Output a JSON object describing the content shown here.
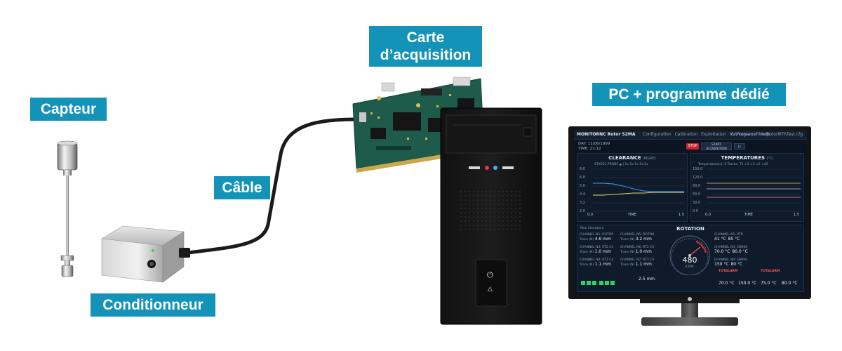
{
  "labels": {
    "capteur": "Capteur",
    "conditionneur": "Conditionneur",
    "cable": "Câble",
    "carte_line1": "Carte",
    "carte_line2": "d’acquisition",
    "pc": "PC + programme dédié"
  },
  "screen": {
    "brand": "MONITORNC Rotor S2MA",
    "menu": "Configuration Calibration Exploitation Maintenance Help",
    "path": "C:\\Program Files\\RotorMTI\\Test.cfg",
    "day": "DAY: 11/06/1999",
    "time": "TIME: 21:12",
    "stop": "STOP",
    "start_line1": "START",
    "start_line2": "ACQUISITION",
    "clearance_title": "CLEARANCE",
    "clearance_unit": "(MGAE)",
    "temperatures_title": "TEMPERATURES",
    "temperatures_unit": "(°C)",
    "clearance_probe_row": "STAGE1 PROBE ▲ | 1x 5x 5x 5x 5x",
    "temperature_row": "Temperature(s): 3   Traces: T1 ×1  ×2  ×3  ×45",
    "clearance_yticks": [
      "8.0",
      "6.8",
      "5.6",
      "4.4",
      "3.2",
      "2.0"
    ],
    "temp_yticks": [
      "150.0",
      "120.0",
      "90.0",
      "60.0",
      "30.0",
      "0.0"
    ],
    "time_label": "TIME",
    "x_start": "0.0",
    "x_end": "1.5",
    "max_clearance": "Max Clearance",
    "rotation_title": "ROTATION",
    "rpm": "480",
    "rpm_unit": "R.P.M.",
    "channels": [
      {
        "name": "CHANNEL N1: ROTOR",
        "sub": "Trace (N)",
        "value": "4.6 mm"
      },
      {
        "name": "CHANNEL N5: ROTOR",
        "sub": "Trace (N)",
        "value": "3.2 mm"
      },
      {
        "name": "CHANNEL N3: RT2 C4",
        "sub": "Trace (N)",
        "value": "1.0 mm"
      },
      {
        "name": "CHANNEL N6: RT2 C4",
        "sub": "Trace (N)",
        "value": "1.0 mm"
      },
      {
        "name": "CHANNEL N4: RT3 C4",
        "sub": "Trace (N)",
        "value": "1.1 mm"
      },
      {
        "name": "CHANNEL N7: RT3 C4",
        "sub": "Trace (N)",
        "value": "1.1 mm"
      }
    ],
    "temps": [
      {
        "name": "CHANNEL N1: RTB",
        "a": "41 °C",
        "b": "85 °C"
      },
      {
        "name": "CHANNEL N3: EBR00",
        "a": "70.0 °C",
        "b": "80.0 °C"
      },
      {
        "name": "CHANNEL N4: EBR00",
        "a": "150 °C",
        "b": "80 °C"
      }
    ],
    "alarm": "TOTALARM",
    "bottom_value": "2.5 mm",
    "bottom_temps": [
      "70.0 °C",
      "150.0 °C",
      "75.0 °C",
      "80.0 °C"
    ]
  },
  "chart_data": {
    "type": "line",
    "title": "",
    "xlabel": "TIME",
    "ylabel": "",
    "xlim": [
      0.0,
      1.5
    ],
    "ylim": [
      2.0,
      8.0
    ],
    "series": [
      {
        "values": [
          6.0,
          6.0,
          5.9,
          5.6,
          5.2,
          4.9,
          4.8,
          4.8,
          4.8,
          4.8
        ]
      },
      {
        "values": [
          4.3,
          4.3,
          4.4,
          4.5,
          4.6,
          4.6,
          4.7,
          4.7,
          4.7,
          4.7
        ]
      }
    ]
  },
  "colors": {
    "label_bg": "#1393b8",
    "screen_bg": "#0b1522",
    "pcb": "#1f5b4a",
    "stop": "#c9242f",
    "led_red": "#e3344a",
    "led_blue": "#56a6ff"
  }
}
